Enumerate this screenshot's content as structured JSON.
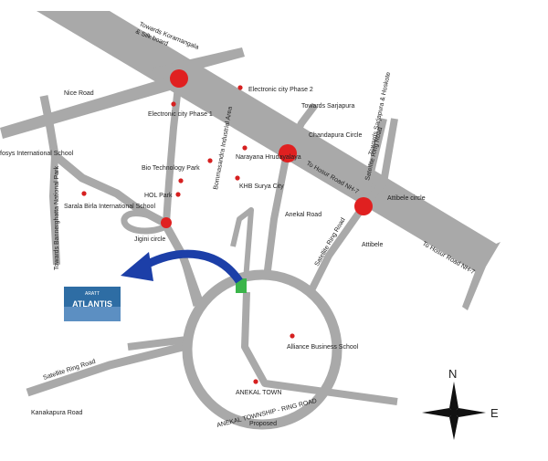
{
  "colors": {
    "road": "#a9a9a9",
    "junction": "#e02020",
    "arrow": "#1c3fa8",
    "project_marker": "#3bb54a",
    "brand_tile": "#2e6da4"
  },
  "labels": {
    "towards_koramangala": "Towards Koramangala",
    "silk_board": "& Silk board",
    "nice_road": "Nice Road",
    "infosys_school": "fosys International School",
    "electronic_city_phase2": "Electronic city Phase 2",
    "electronic_city_phase1": "Electronic city Phase 1",
    "towards_sarjapura": "Towards Sarjapura",
    "towards_sarjapura_hosakote": "Towards Sarjapura & Hoskote",
    "chandapura_circle": "Chandapura Circle",
    "bommasandra": "Bommasandra Industrial Area",
    "narayana": "Narayana Hrudayalaya",
    "khb": "KHB Surya City",
    "biotech_park": "Bio Technology Park",
    "hol_park": "HOL Park",
    "sarala_birla": "Sarala Birla International School",
    "towards_bannerghatta": "Towards Bannerghatta National Park",
    "jigini_circle": "Jigini circle",
    "hosur_road_1": "To Hosur Road NH-7",
    "hosur_road_2": "To Hosur Road NH-7",
    "satellite_ring_road_1": "Satellite Ring Road",
    "satellite_ring_road_2": "Satellite Ring Road",
    "satellite_ring_road_3": "Satellite Ring Road",
    "attibele_circle": "Attibele circle",
    "attibele": "Attibele",
    "anekal_road": "Anekal Road",
    "alliance_school": "Alliance Business School",
    "anekal_town": "ANEKAL TOWN",
    "kanakapura_road": "Kanakapura Road",
    "proposed": "Proposed",
    "anekal_ring_road": "ANEKAL TOWNSHIP - RING ROAD"
  },
  "project": {
    "brand_small": "ARATT",
    "brand_name": "ATLANTIS"
  },
  "compass": {
    "north": "N",
    "east": "E",
    "icon": "compass-rose-icon"
  }
}
